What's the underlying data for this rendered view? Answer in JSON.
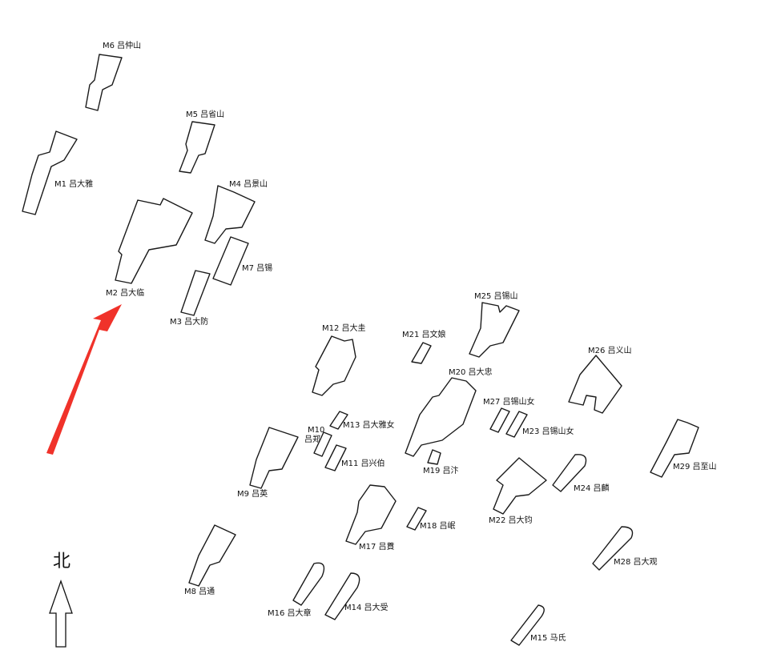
{
  "map": {
    "north_label": "北",
    "highlight_color": "#f0322a",
    "tombs": [
      {
        "id": "M1",
        "label": "M1 吕大雅"
      },
      {
        "id": "M2",
        "label": "M2 吕大临"
      },
      {
        "id": "M3",
        "label": "M3 吕大防"
      },
      {
        "id": "M4",
        "label": "M4 吕景山"
      },
      {
        "id": "M5",
        "label": "M5 吕省山"
      },
      {
        "id": "M6",
        "label": "M6 吕仲山"
      },
      {
        "id": "M7",
        "label": "M7 吕锡"
      },
      {
        "id": "M8",
        "label": "M8 吕通"
      },
      {
        "id": "M9",
        "label": "M9 吕英"
      },
      {
        "id": "M10",
        "label_line1": "M10",
        "label_line2": "吕郑"
      },
      {
        "id": "M11",
        "label": "M11 吕兴伯"
      },
      {
        "id": "M12",
        "label": "M12 吕大圭"
      },
      {
        "id": "M13",
        "label": "M13 吕大雅女"
      },
      {
        "id": "M14",
        "label": "M14 吕大受"
      },
      {
        "id": "M15",
        "label": "M15 马氏"
      },
      {
        "id": "M16",
        "label": "M16 吕大章"
      },
      {
        "id": "M17",
        "label": "M17 吕蕡"
      },
      {
        "id": "M18",
        "label": "M18 吕岷"
      },
      {
        "id": "M19",
        "label": "M19 吕汴"
      },
      {
        "id": "M20",
        "label": "M20 吕大忠"
      },
      {
        "id": "M21",
        "label": "M21 吕文娘"
      },
      {
        "id": "M22",
        "label": "M22 吕大钧"
      },
      {
        "id": "M23",
        "label": "M23 吕锡山女"
      },
      {
        "id": "M24",
        "label": "M24 吕麟"
      },
      {
        "id": "M25",
        "label": "M25 吕锡山"
      },
      {
        "id": "M26",
        "label": "M26 吕义山"
      },
      {
        "id": "M27",
        "label": "M27 吕锡山女"
      },
      {
        "id": "M28",
        "label": "M28 吕大观"
      },
      {
        "id": "M29",
        "label": "M29 吕至山"
      }
    ]
  }
}
